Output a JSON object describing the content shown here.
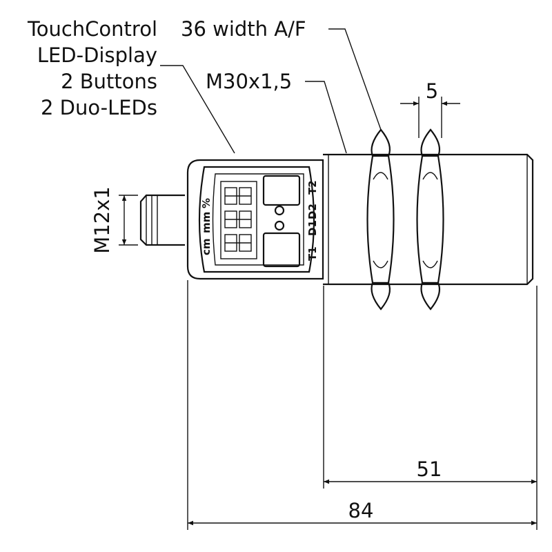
{
  "labels": {
    "features": [
      "TouchControl",
      "LED-Display",
      "2 Buttons",
      "2 Duo-LEDs"
    ],
    "wrench_size": "36 width A/F",
    "thread": "M30x1,5",
    "connector": "M12x1"
  },
  "display": {
    "units": [
      "cm",
      "mm",
      "%"
    ],
    "led_labels": [
      "T1",
      "D1",
      "D2",
      "T2"
    ]
  },
  "dimensions": {
    "nut_width": "5",
    "thread_length": "51",
    "total_length": "84"
  }
}
